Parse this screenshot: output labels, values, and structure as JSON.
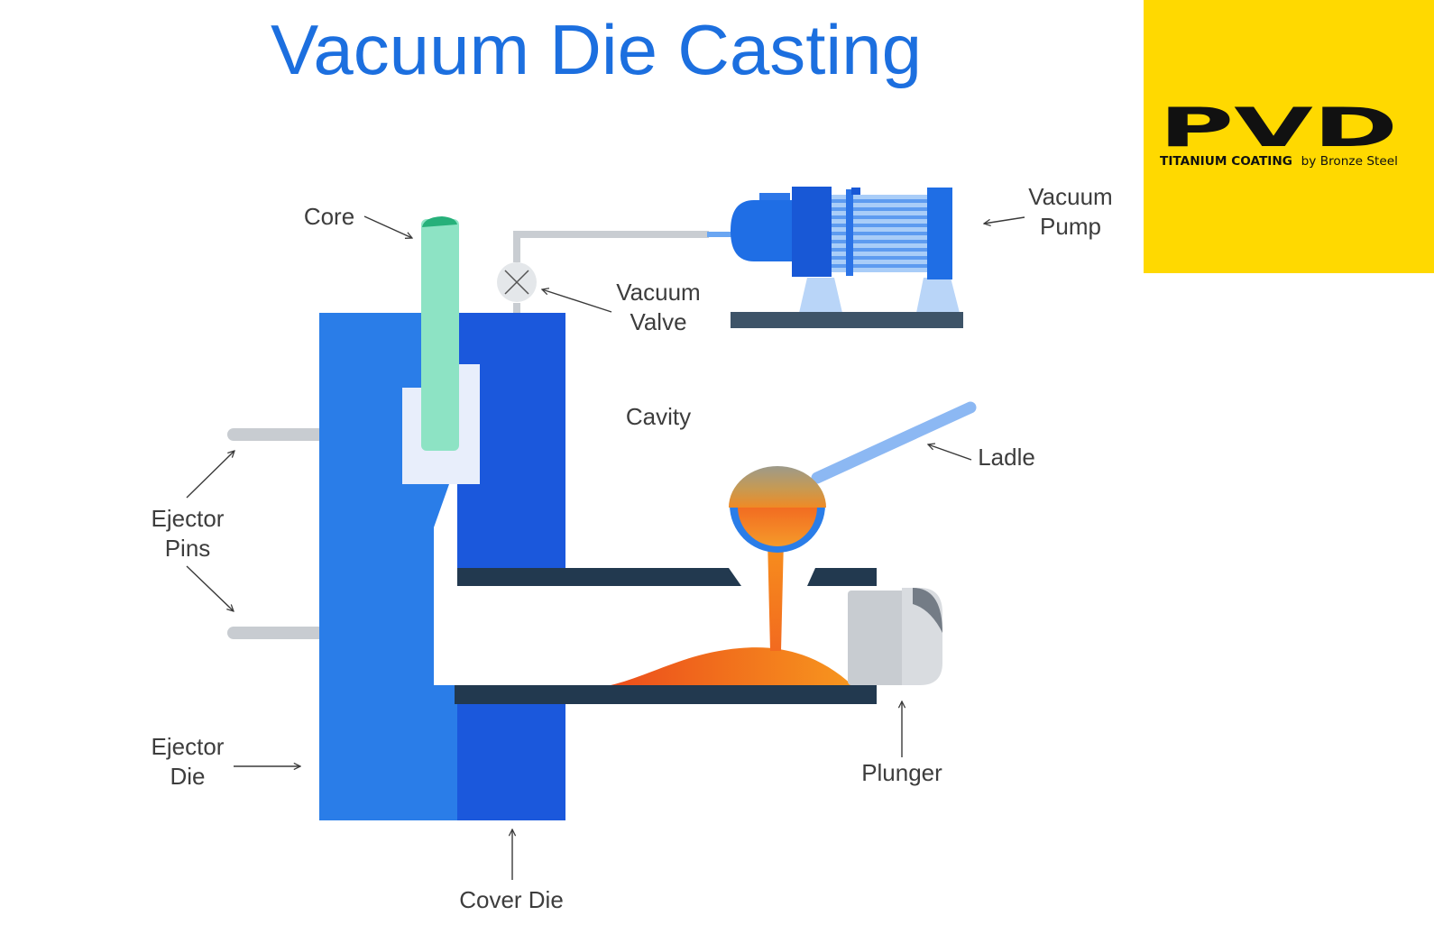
{
  "title": "Vacuum Die Casting",
  "logo": {
    "mark": "PVD",
    "tagline_bold": "TITANIUM COATING",
    "tagline_rest": "by Bronze Steel"
  },
  "labels": {
    "core": "Core",
    "vacuum_valve": [
      "Vacuum",
      "Valve"
    ],
    "vacuum_pump": [
      "Vacuum",
      "Pump"
    ],
    "cavity": "Cavity",
    "ladle": "Ladle",
    "ejector_pins": [
      "Ejector",
      "Pins"
    ],
    "ejector_die": [
      "Ejector",
      "Die"
    ],
    "plunger": "Plunger",
    "cover_die": "Cover Die"
  },
  "colors": {
    "title": "#1c6fdf",
    "logo_background": "#ffd900",
    "ejector_die": "#2a7de8",
    "cover_die": "#1b58dc",
    "core": "#8de3c4",
    "molten_metal": "#f37021",
    "shot_sleeve": "#22394f",
    "pump_base": "#3e5468"
  }
}
